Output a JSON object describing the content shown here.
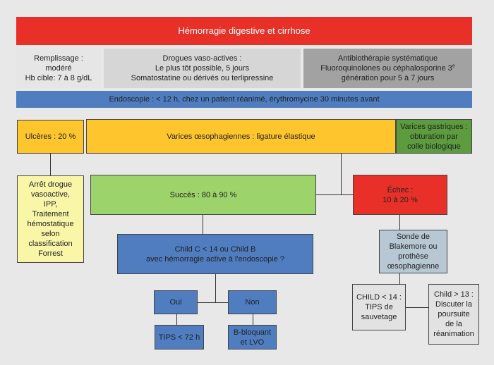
{
  "title": "Hémorragie digestive et cirrhose",
  "remplissage": {
    "l1": "Remplissage :",
    "l2": "modéré",
    "l3": "Hb cible: 7 à 8 g/dL"
  },
  "drogues": {
    "l1": "Drogues vaso-actives :",
    "l2": "Le plus tôt possible, 5 jours",
    "l3": "Somatostatine ou dérivés ou terlipressine"
  },
  "antibio": {
    "l1": "Antibiothérapie systématique",
    "l2a": "Fluoroquinolones ou céphalosporine 3",
    "l2sup": "e",
    "l3": "génération pour 5 à 7 jours"
  },
  "endoscopie": "Endoscopie : < 12 h, chez un patient réanimé, érythromycine 30 minutes avant",
  "ulceres": "Ulcères : 20 %",
  "varices_oeso": "Varices œsophagiennes : ligature élastique",
  "varices_gastriques": {
    "l1": "Varices gastriques :",
    "l2": "obturation par",
    "l3": "colle biologique"
  },
  "arret": [
    "Arrêt drogue",
    "vasoactive,",
    "IPP,",
    "Traitement",
    "hémostatique",
    "selon",
    "classification",
    "Forrest"
  ],
  "succes": "Succès : 80 à 90 %",
  "echec": {
    "l1": "Échec :",
    "l2": "10 à 20 %"
  },
  "child_question": {
    "l1": "Child C < 14 ou Child B",
    "l2": "avec hémorragie active à l'endoscopie ?"
  },
  "sonde": [
    "Sonde de",
    "Blakemore ou",
    "prothèse",
    "œsophagienne"
  ],
  "oui": "Oui",
  "non": "Non",
  "tips72": "TIPS < 72 h",
  "bbloquant": {
    "l1": "B-bloquant",
    "l2": "et LVO"
  },
  "child_lt14": {
    "l1": "CHILD < 14 :",
    "l2": "TIPS de",
    "l3": "sauvetage"
  },
  "child_gt13": [
    "Child > 13 :",
    "Discuter la",
    "poursuite",
    "de la",
    "réanimation"
  ],
  "colors": {
    "red": "#e83028",
    "light_gray": "#e6e6e6",
    "mid_gray": "#d6d6d6",
    "dark_gray": "#a2a2a2",
    "blue": "#4f7dc0",
    "orange_yellow": "#fec52c",
    "green_dark": "#5c9c3e",
    "light_yellow": "#faf6a8",
    "light_green": "#9cd36a",
    "blue_gray": "#b7c7d3",
    "pale_gray": "#e2e2e2"
  }
}
